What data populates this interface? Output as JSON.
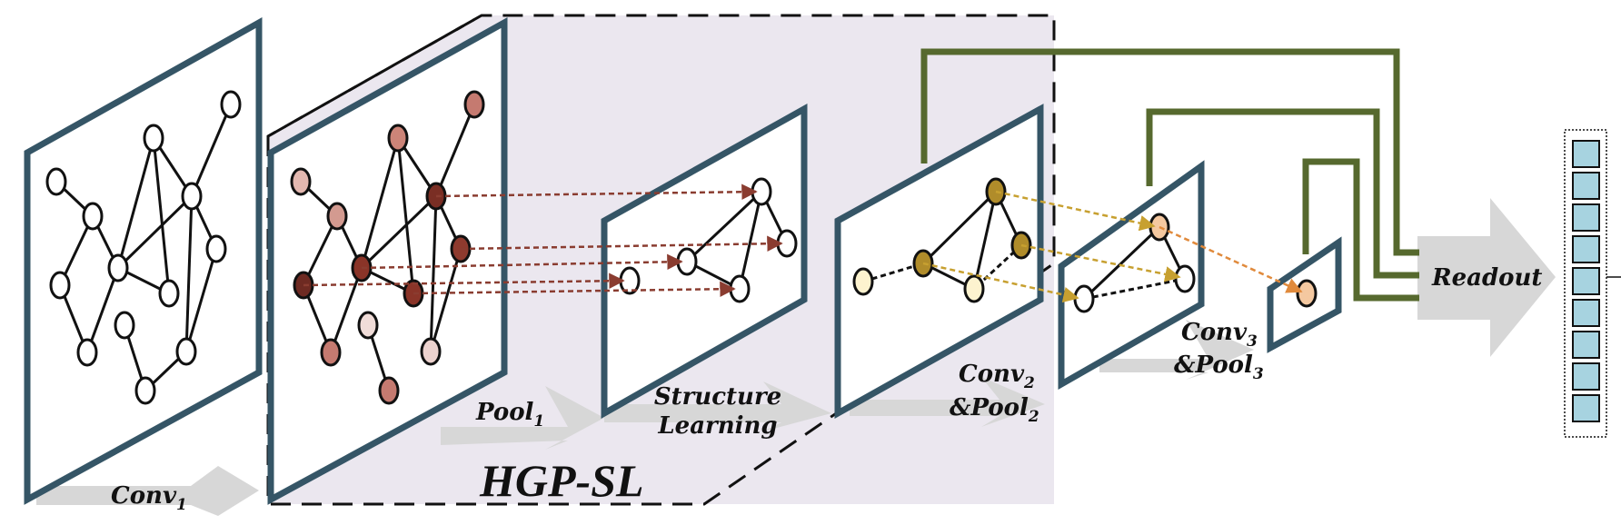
{
  "labels": {
    "conv1": "Conv",
    "conv1_sub": "1",
    "pool1": "Pool",
    "pool1_sub": "1",
    "structure_1": "Structure",
    "structure_2": "Learning",
    "conv2": "Conv",
    "conv2_sub": "2",
    "pool2": "&Pool",
    "pool2_sub": "2",
    "conv3": "Conv",
    "conv3_sub": "3",
    "pool3": "&Pool",
    "pool3_sub": "3",
    "hgp": "HGP-SL",
    "readout": "Readout"
  },
  "colors": {
    "frame": "#355566",
    "skip": "#56692e",
    "region": "#ebe7ef",
    "arrow_gray": "#d7d7d7",
    "pool_arrow": "#8a3c30",
    "gold_arrow": "#c7a030",
    "orange_arrow": "#e08a3c",
    "embedding_cell": "#a7d3e0"
  },
  "readout_vector_cells": 9
}
